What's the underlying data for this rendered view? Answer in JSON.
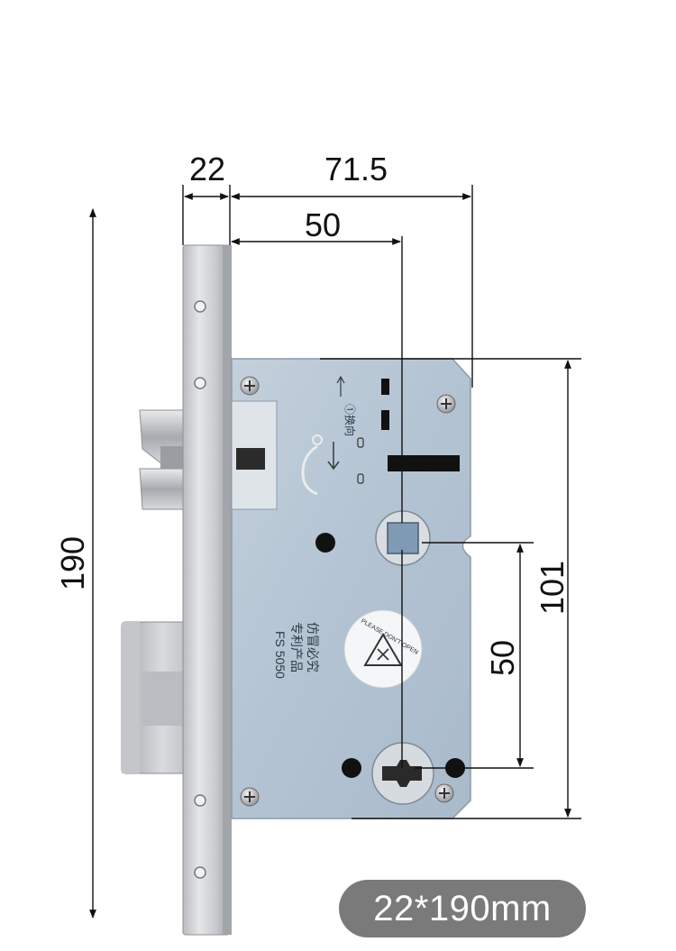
{
  "dimensions": {
    "faceplate_width": "22",
    "case_width": "71.5",
    "backset": "50",
    "total_height": "190",
    "case_height": "101",
    "center_distance": "50"
  },
  "case_markings": {
    "line1": "FS 5050",
    "line2": "专利产品",
    "line3": "仿冒必究",
    "arrow_label": "①换向",
    "warning_text": "PLEASE DON'T OPEN"
  },
  "size_badge": "22*190mm",
  "colors": {
    "plate": "#c9cbcd",
    "case_body": "#b6c5d3",
    "dimension_line": "#111111",
    "badge": "#7a7a7a"
  }
}
